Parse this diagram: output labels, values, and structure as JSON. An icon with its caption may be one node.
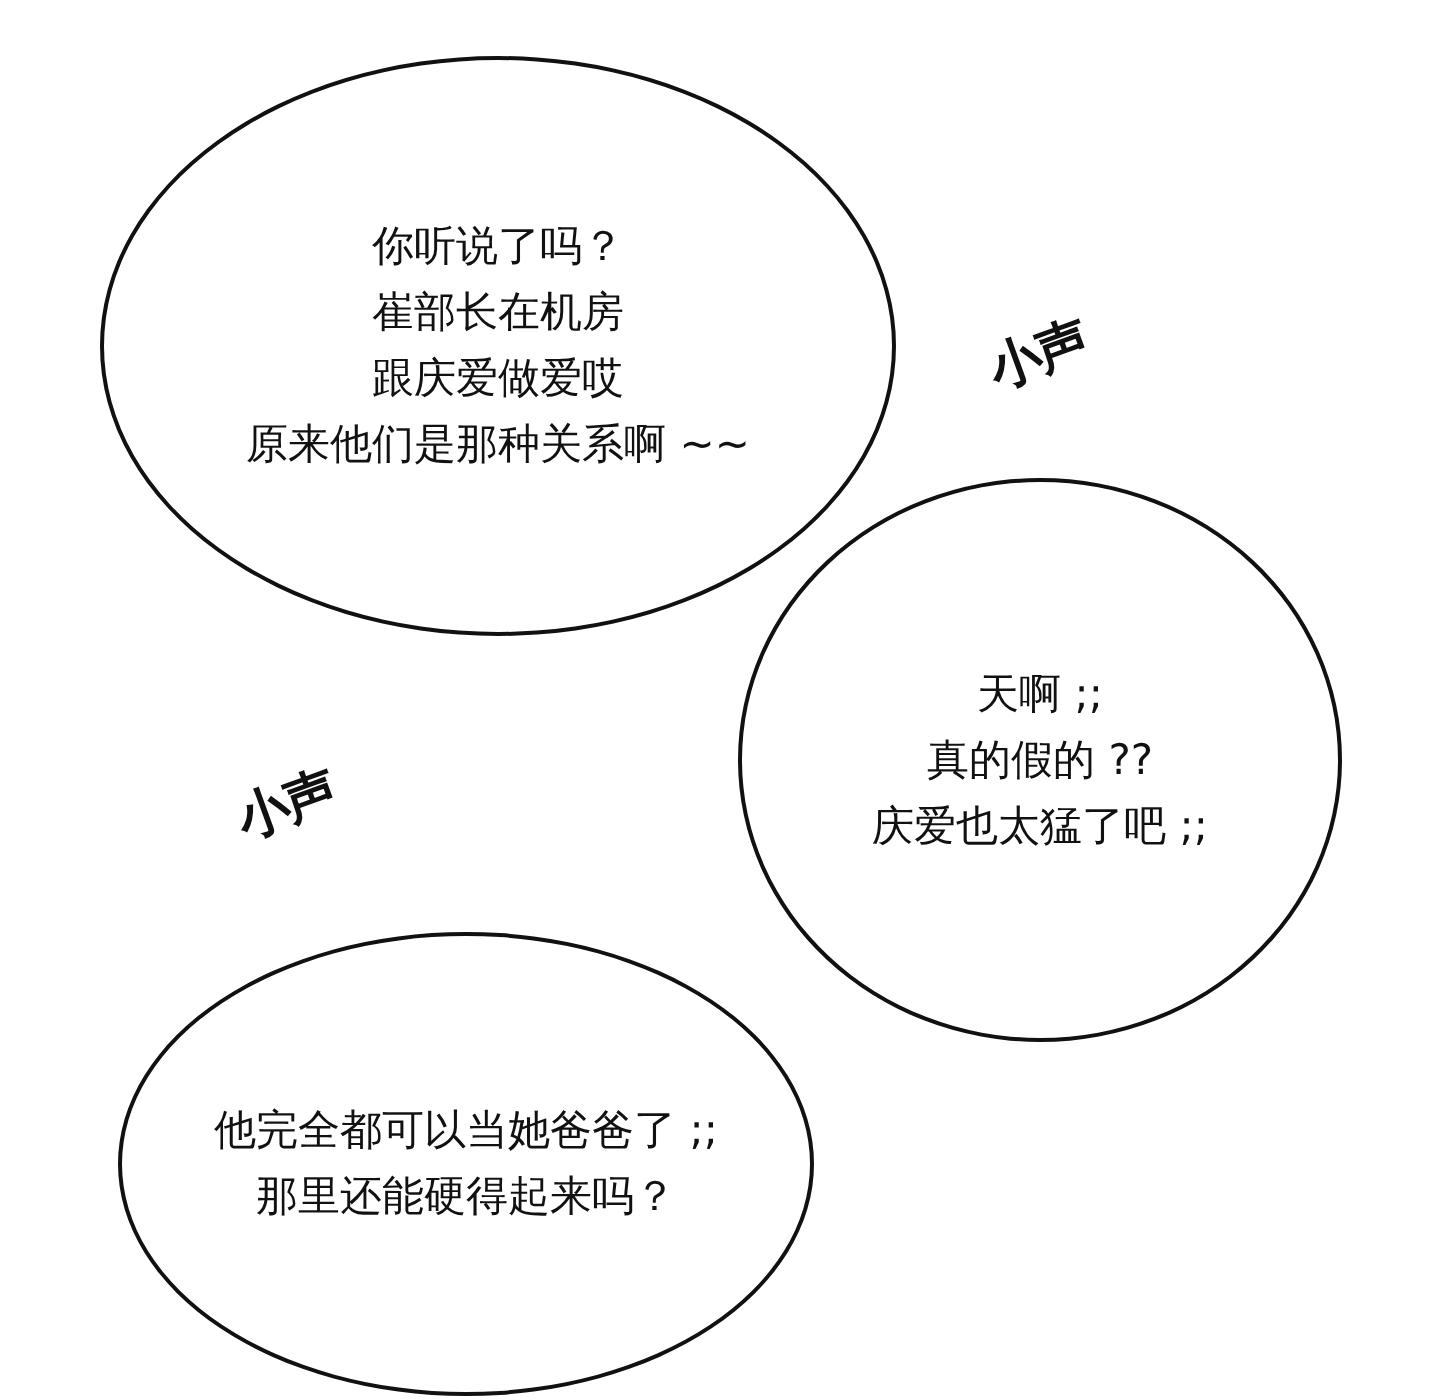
{
  "diagram": {
    "nodes": [
      {
        "text": [
          "你听说了吗？",
          "崔部长在机房",
          "跟庆爱做爱哎",
          "原来他们是那种关系啊 ~~"
        ]
      },
      {
        "text": [
          "天啊 ;;",
          "真的假的 ??",
          "庆爱也太猛了吧 ;;"
        ]
      },
      {
        "text": [
          "他完全都可以当她爸爸了 ;;",
          "那里还能硬得起来吗？"
        ]
      }
    ],
    "edges": [],
    "labels": [
      "小声",
      "小声"
    ]
  }
}
